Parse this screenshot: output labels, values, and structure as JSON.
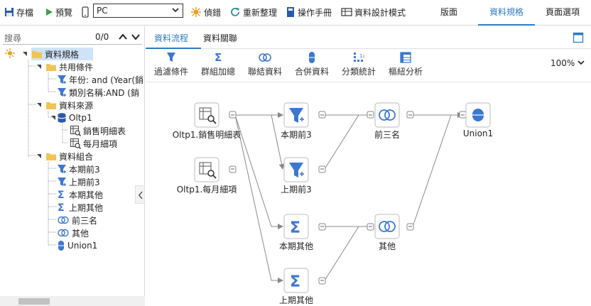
{
  "toolbar": {
    "save": "存檔",
    "preview": "預覽",
    "device_select": "PC",
    "debug": "偵錯",
    "reorganize": "重新整理",
    "manual": "操作手冊",
    "design_mode": "資料設計模式",
    "right_tabs": [
      "版面",
      "資料規格",
      "頁面選項"
    ]
  },
  "left_panel": {
    "search_placeholder": "搜尋",
    "search_count": "0/0",
    "tree": [
      {
        "label": "資料規格",
        "icon": "folder-icon"
      },
      {
        "label": "共用條件",
        "icon": "folder-icon"
      },
      {
        "label": "年份: and (Year(銷",
        "icon": "filter-icon"
      },
      {
        "label": "類別名稱:AND (銷",
        "icon": "filter-icon"
      },
      {
        "label": "資料來源",
        "icon": "folder-icon"
      },
      {
        "label": "Oltp1",
        "icon": "database-icon"
      },
      {
        "label": "銷售明細表",
        "icon": "table-icon"
      },
      {
        "label": "每月細項",
        "icon": "table-icon"
      },
      {
        "label": "資料組合",
        "icon": "folder-icon"
      },
      {
        "label": "本期前3",
        "icon": "filter-icon"
      },
      {
        "label": "上期前3",
        "icon": "filter-icon"
      },
      {
        "label": "本期其他",
        "icon": "sigma-icon"
      },
      {
        "label": "上期其他",
        "icon": "sigma-icon"
      },
      {
        "label": "前三名",
        "icon": "join-icon"
      },
      {
        "label": "其他",
        "icon": "join-icon"
      },
      {
        "label": "Union1",
        "icon": "union-icon"
      }
    ]
  },
  "main": {
    "tabs": [
      "資料流程",
      "資料關聯"
    ],
    "ops": [
      "過濾條件",
      "群組加總",
      "聯結資料",
      "合併資料",
      "分類統計",
      "樞紐分析"
    ],
    "zoom": "100%",
    "nodes": [
      "Oltp1.銷售明細表",
      "Oltp1.每月細項",
      "本期前3",
      "上期前3",
      "本期其他",
      "上期其他",
      "前三名",
      "其他",
      "Union1"
    ]
  },
  "colors": {
    "accent": "#2d7cc1",
    "icon_blue": "#3b78d0",
    "folder": "#f3c453"
  }
}
